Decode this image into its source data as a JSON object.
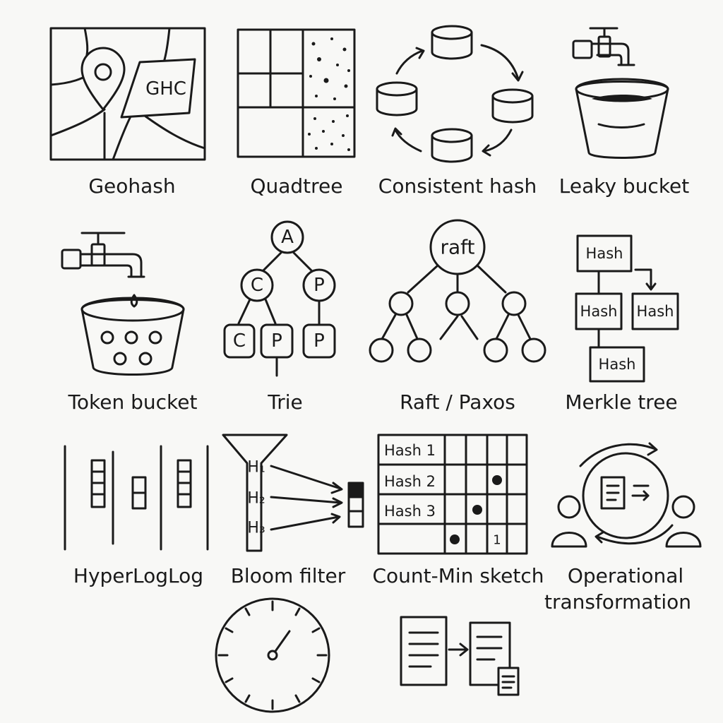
{
  "labels": {
    "geohash": "Geohash",
    "quadtree": "Quadtree",
    "consistent_hash": "Consistent hash",
    "leaky_bucket": "Leaky bucket",
    "token_bucket": "Token bucket",
    "trie": "Trie",
    "raft_paxos": "Raft / Paxos",
    "merkle_tree": "Merkle tree",
    "hyperloglog": "HyperLogLog",
    "bloom_filter": "Bloom filter",
    "count_min_sketch": "Count-Min sketch",
    "operational_transformation_1": "Operational",
    "operational_transformation_2": "transformation"
  },
  "geohash": {
    "map_text": "GHC"
  },
  "trie": {
    "root": "A",
    "left": "C",
    "right": "P",
    "leaf_1": "C",
    "leaf_2": "P",
    "leaf_3": "P"
  },
  "raft": {
    "root": "raft"
  },
  "merkle": {
    "top": "Hash",
    "mid_left": "Hash",
    "mid_right": "Hash",
    "bottom": "Hash"
  },
  "bloom": {
    "h1": "H₁",
    "h2": "H₂",
    "h3": "H₃"
  },
  "count_min": {
    "row_1": "Hash 1",
    "row_2": "Hash 2",
    "row_3": "Hash 3",
    "count": "1"
  },
  "icons": {
    "bottom_left": "clock-icon",
    "bottom_right": "document-transfer-icon"
  }
}
